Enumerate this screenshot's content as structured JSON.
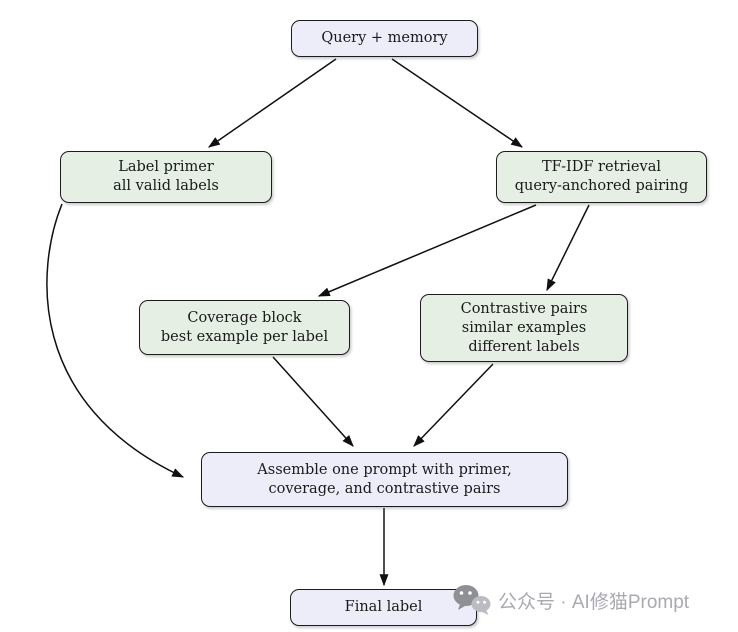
{
  "diagram": {
    "title": "prompt-assembly-flowchart",
    "colors": {
      "background": "#ffffff",
      "purple_fill": "#ededfa",
      "green_fill": "#e5efe4",
      "node_border": "#1c1c1c",
      "node_text": "#1a1a1a",
      "arrow": "#111111",
      "watermark_text": "#a9a9b2",
      "watermark_icon_front": "#8f8f96",
      "watermark_icon_back": "#bbbbc2"
    },
    "nodes": {
      "query_memory": {
        "label": "Query + memory"
      },
      "label_primer": {
        "line1": "Label primer",
        "line2": "all valid labels"
      },
      "tfidf_retrieval": {
        "line1": "TF-IDF retrieval",
        "line2": "query-anchored pairing"
      },
      "coverage_block": {
        "line1": "Coverage block",
        "line2": "best example per label"
      },
      "contrastive_pairs": {
        "line1": "Contrastive pairs",
        "line2": "similar examples",
        "line3": "different labels"
      },
      "assemble_prompt": {
        "line1": "Assemble one prompt with primer,",
        "line2": "coverage, and contrastive pairs"
      },
      "final_label": {
        "label": "Final label"
      }
    },
    "edges": [
      {
        "from": "query_memory",
        "to": "label_primer"
      },
      {
        "from": "query_memory",
        "to": "tfidf_retrieval"
      },
      {
        "from": "tfidf_retrieval",
        "to": "coverage_block"
      },
      {
        "from": "tfidf_retrieval",
        "to": "contrastive_pairs"
      },
      {
        "from": "label_primer",
        "to": "assemble_prompt",
        "style": "curved"
      },
      {
        "from": "coverage_block",
        "to": "assemble_prompt"
      },
      {
        "from": "contrastive_pairs",
        "to": "assemble_prompt"
      },
      {
        "from": "assemble_prompt",
        "to": "final_label"
      }
    ],
    "watermark": {
      "icon": "wechat-icon",
      "text": "公众号 · AI修猫Prompt"
    }
  }
}
